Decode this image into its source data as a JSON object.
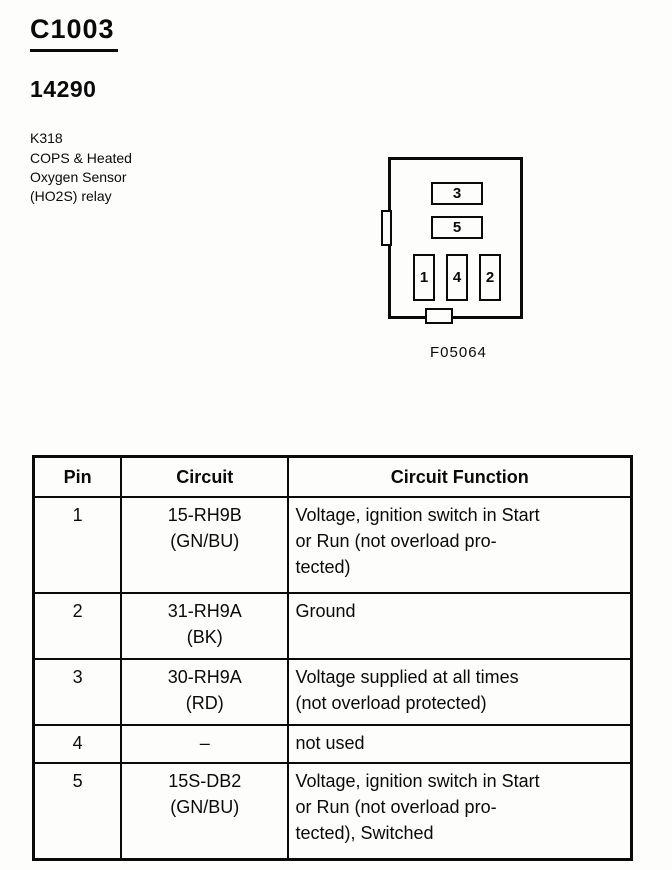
{
  "document": {
    "connector_id": "C1003",
    "part_number": "14290",
    "component": {
      "code": "K318",
      "description": "COPS & Heated\nOxygen Sensor\n(HO2S) relay"
    },
    "figure": {
      "caption": "F05064",
      "pin_labels": {
        "slot_top": "3",
        "slot_middle": "5",
        "slot_bottom_left": "1",
        "slot_bottom_center": "4",
        "slot_bottom_right": "2"
      }
    },
    "pinout_table": {
      "headers": [
        "Pin",
        "Circuit",
        "Circuit Function"
      ],
      "rows": [
        {
          "pin": "1",
          "circuit": "15-RH9B\n(GN/BU)",
          "circuit_function": "Voltage, ignition switch in Start\nor Run (not overload pro-\ntected)"
        },
        {
          "pin": "2",
          "circuit": "31-RH9A\n(BK)",
          "circuit_function": "Ground"
        },
        {
          "pin": "3",
          "circuit": "30-RH9A\n(RD)",
          "circuit_function": "Voltage supplied at all times\n(not overload protected)"
        },
        {
          "pin": "4",
          "circuit": "–",
          "circuit_function": "not used"
        },
        {
          "pin": "5",
          "circuit": "15S-DB2\n(GN/BU)",
          "circuit_function": "Voltage, ignition switch in Start\nor Run (not overload pro-\ntected), Switched"
        }
      ]
    }
  }
}
